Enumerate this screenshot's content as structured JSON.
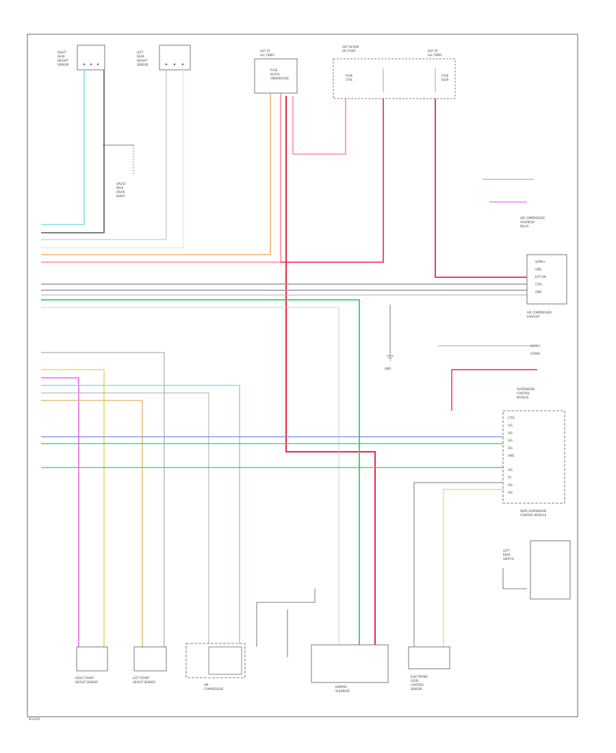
{
  "footer_code": "W12345",
  "top": {
    "rr_sensor_label": [
      "RIGHT",
      "REAR",
      "HEIGHT",
      "SENSOR"
    ],
    "lr_sensor_label": [
      "LEFT",
      "REAR",
      "HEIGHT",
      "SENSOR"
    ],
    "fuse1_label": [
      "HOT AT",
      "ALL TIMES"
    ],
    "fuse1_text": [
      "FUSE",
      "BLOCK",
      "UNDERHOOD"
    ],
    "fuse2_label": [
      "HOT IN RUN",
      "OR START"
    ],
    "fuse2_text": [
      "FUSE",
      "CTRL"
    ],
    "fuse3_label": [
      "HOT AT",
      "ALL TIMES"
    ],
    "fuse3_text": [
      "FUSE",
      "SUSP"
    ],
    "splice_label": [
      "SPLICE",
      "PACK",
      "(REAR",
      "BODY)"
    ]
  },
  "right": {
    "compressor_label": [
      "AIR COMPRESSOR",
      "SOLENOID",
      "RELAY"
    ],
    "compressor_pins": [
      "SUPPLY",
      "GND",
      "EXT SW",
      "CTRL",
      "GND"
    ],
    "pressure_label": [
      "AIR COMPRESSOR",
      "EXHAUST"
    ],
    "pressure_pins": [
      "SUPPLY",
      "SIGNAL"
    ],
    "module_label": [
      "SUSPENSION",
      "CONTROL",
      "MODULE"
    ],
    "module_pins": [
      "CTRL",
      "SIG",
      "SIG",
      "SIG",
      "SIG",
      "GND",
      "SIG",
      "5V",
      "SIG",
      "SIG"
    ],
    "rear_module_label": [
      "REAR SUSPENSION",
      "CONTROL MODULE"
    ],
    "switch_label": [
      "LEFT",
      "REAR",
      "SWITCH"
    ]
  },
  "bottom": {
    "c1": [
      "RIGHT FRONT",
      "HEIGHT SENSOR"
    ],
    "c2": [
      "LEFT FRONT",
      "HEIGHT SENSOR"
    ],
    "c3": [
      "AIR",
      "COMPRESSOR"
    ],
    "c4": [
      "DAMPER",
      "SOLENOID"
    ],
    "c5": [
      "ELECTRONIC",
      "LEVEL",
      "CONTROL",
      "SENSOR"
    ],
    "ground_label": [
      "GND"
    ]
  },
  "colors": {
    "frame": "#555555",
    "light_blue": "#88ddee",
    "orange": "#f5b070",
    "pink": "#ff8899",
    "red": "#ee2244",
    "green": "#33cc66",
    "blue": "#7788ee",
    "yellow": "#e8d860",
    "magenta": "#ee66ee",
    "tan": "#e0c080",
    "gray": "#888888"
  }
}
